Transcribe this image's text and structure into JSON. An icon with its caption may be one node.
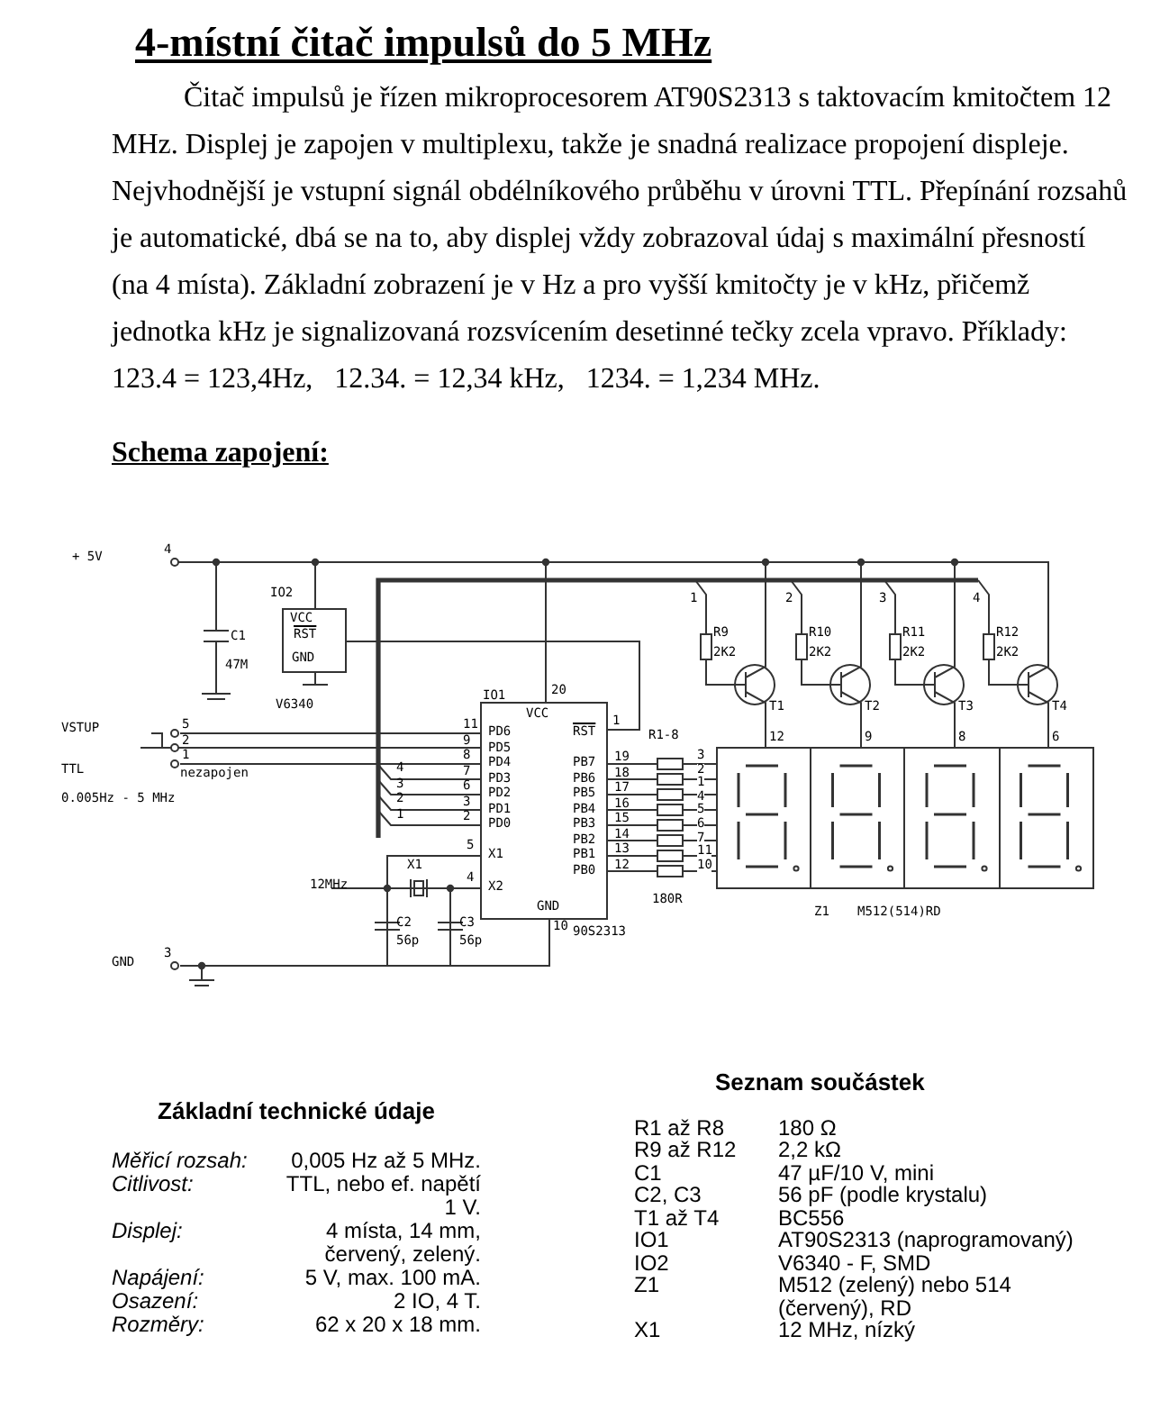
{
  "diagram": {
    "title": "4-místní čitač impulsů do 5 MHz",
    "labels": [
      "Čitač impulsů je řízen mikroprocesorem AT90S2313 s taktovacím kmitočtem 12 MHz. Displej je zapojen v multiplexu, takže je snadná realizace propojení displeje. Nejvhodnější je vstupní signál obdélníkového průběhu v úrovni TTL. Přepínání rozsahů je automatické, dbá se na to, aby displej vždy zobrazoval údaj s maximální přesností (na 4 místa). Základní zobrazení je v Hz a pro vyšší kmitočty je v kHz, přičemž jednotka kHz je signalizovaná rozsvícením desetinné tečky zcela vpravo. Příklady: 123.4 = 123,4Hz,   12.34. = 12,34 kHz,   1234. = 1,234 MHz.",
      "Schema zapojení:",
      "+ 5V",
      "4",
      "IO2",
      "VCC",
      "RST",
      "GND",
      "C1",
      "47M",
      "V6340",
      "IO1",
      "VCC",
      "20",
      "RST",
      "1",
      "VSTUP",
      "5",
      "2",
      "1",
      "TTL",
      "nezapojen",
      "0.005Hz - 5 MHz",
      "PD6",
      "PD5",
      "PD4",
      "PD3",
      "PD2",
      "PD1",
      "PD0",
      "11",
      "9",
      "8",
      "7",
      "6",
      "3",
      "2",
      "4",
      "3",
      "2",
      "1",
      "X1",
      "5",
      "X2",
      "4",
      "GND",
      "10",
      "PB7",
      "PB6",
      "PB5",
      "PB4",
      "PB3",
      "PB2",
      "PB1",
      "PB0",
      "X1",
      "12MHz",
      "C2",
      "56p",
      "C3",
      "56p",
      "GND",
      "3",
      "90S2313",
      "R1-8",
      "19",
      "18",
      "17",
      "16",
      "15",
      "14",
      "13",
      "12",
      "3",
      "2",
      "1",
      "4",
      "5",
      "6",
      "7",
      "11",
      "10",
      "180R",
      "R9",
      "2K2",
      "R10",
      "2K2",
      "R11",
      "2K2",
      "R12",
      "2K2",
      "T1",
      "T2",
      "T3",
      "T4",
      "1",
      "2",
      "3",
      "4",
      "12",
      "9",
      "8",
      "6",
      "Z1",
      "M512(514)RD",
      "Základní technické údaje",
      "Měřicí rozsah:",
      "0,005 Hz až 5 MHz.",
      "Citlivost:",
      "TTL, nebo ef. napětí 1 V.",
      "Displej:",
      "4 místa, 14 mm, červený, zelený.",
      "Napájení:",
      "5 V, max. 100 mA.",
      "Osazení:",
      "2 IO, 4 T.",
      "Rozměry:",
      "62 x 20 x 18 mm.",
      "Seznam součástek",
      "R1 až R8",
      "180 Ω",
      "R9 až R12",
      "2,2 kΩ",
      "C1",
      "47 µF/10 V, mini",
      "C2, C3",
      "56 pF (podle krystalu)",
      "T1 až T4",
      "BC556",
      "IO1",
      "AT90S2313 (naprogramovaný)",
      "IO2",
      "V6340 - F, SMD",
      "Z1",
      "M512 (zelený) nebo 514 (červený), RD",
      "X1",
      "12 MHz, nízký"
    ]
  }
}
